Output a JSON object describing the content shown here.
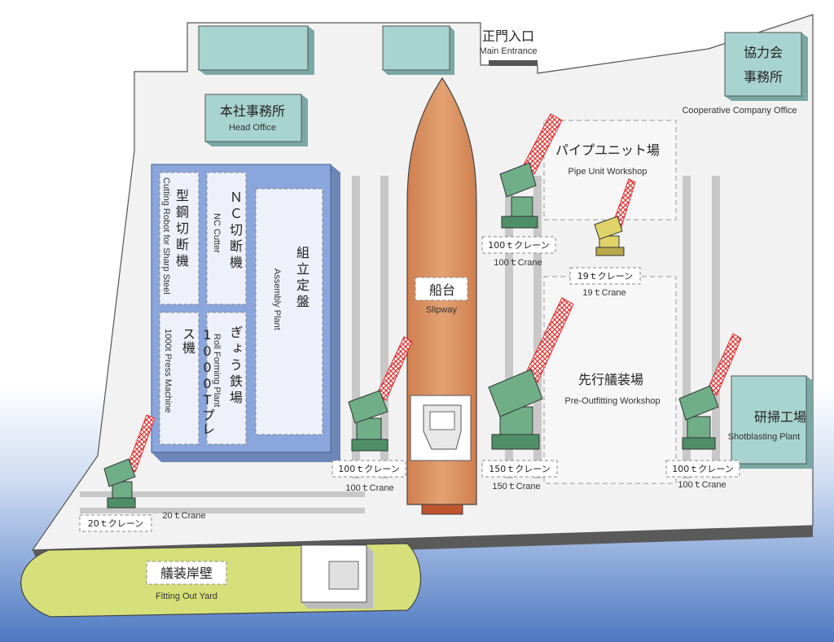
{
  "labels": {
    "main_entrance_jp": "正門入口",
    "main_entrance_en": "Main Entrance",
    "coop_office_jp_1": "協力会",
    "coop_office_jp_2": "事務所",
    "coop_office_en": "Cooperative Company Office",
    "head_office_jp": "本社事務所",
    "head_office_en": "Head Office",
    "cutting_robot_jp": "型鋼切断機",
    "cutting_robot_en": "Cutting Robot for Sharp Steel",
    "nc_cutter_jp": "ＮＣ切断機",
    "nc_cutter_en": "NC Cutter",
    "assembly_jp": "組立定盤",
    "assembly_en": "Assembly Plant",
    "press_jp": "1000Tプレス機",
    "press_en": "1000t Press Machine",
    "roll_jp": "ぎょう鉄場",
    "roll_en": "Roll Forming Plant",
    "slipway_jp": "船台",
    "slipway_en": "Slipway",
    "pipe_jp": "パイプユニット場",
    "pipe_en": "Pipe Unit Workshop",
    "preout_jp": "先行艤装場",
    "preout_en": "Pre-Outfitting Workshop",
    "shot_jp": "研掃工場",
    "shot_en": "Shotblasting Plant",
    "fitting_jp": "艤装岸壁",
    "fitting_en": "Fitting Out Yard",
    "crane_100_jp": "100ｔクレーン",
    "crane_100_en": "100ｔCrane",
    "crane_19_jp": "19ｔクレーン",
    "crane_19_en": "19ｔCrane",
    "crane_150_jp": "150ｔクレーン",
    "crane_150_en": "150ｔCrane",
    "crane_20_jp": "20ｔクレーン",
    "crane_20_en": "20ｔCrane"
  },
  "colors": {
    "sea_top": "#ffffff",
    "sea_bottom": "#4d79c2",
    "ground": "#f2f2f2",
    "building": "#a8d4d0",
    "plant_blue": "#8aa6dc",
    "ship_hull": "#d98f5e",
    "fitting_hull": "#d6e07a",
    "crane_green": "#6fae86",
    "crane_yellow": "#e0d36a",
    "crane_red": "#e03030"
  }
}
